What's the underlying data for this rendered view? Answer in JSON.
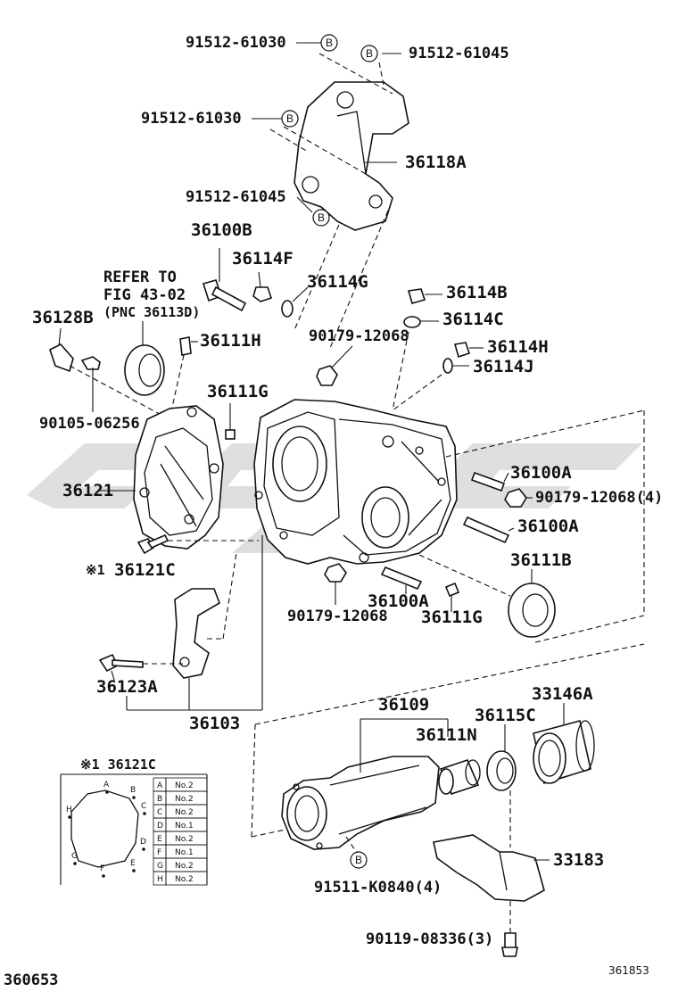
{
  "diagram": {
    "top_bolts": {
      "b1": "91512-61030",
      "b2": "91512-61045",
      "b3": "91512-61030",
      "b4": "91512-61045",
      "marker": "B"
    },
    "parts": {
      "p36118A": "36118A",
      "p36100B": "36100B",
      "p36114F": "36114F",
      "p36114G": "36114G",
      "p36114B": "36114B",
      "p36114C": "36114C",
      "p90179_top": "90179-12068",
      "p36114H": "36114H",
      "p36114J": "36114J",
      "p36128B": "36128B",
      "p36111H": "36111H",
      "p90105": "90105-06256",
      "p36111G_top": "36111G",
      "p36121": "36121",
      "p36121C": "36121C",
      "p36100A_1": "36100A",
      "p90179_4": "90179-12068(4)",
      "p36100A_2": "36100A",
      "p36111B": "36111B",
      "p36100A_3": "36100A",
      "p90179_bottom": "90179-12068",
      "p36111G_bottom": "36111G",
      "p36123A": "36123A",
      "p36103": "36103",
      "p36109": "36109",
      "p36115C": "36115C",
      "p33146A": "33146A",
      "p36111N": "36111N",
      "p33183": "33183",
      "p91511": "91511-K0840(4)",
      "p90119": "90119-08336(3)"
    },
    "refer": {
      "line1": "REFER TO",
      "line2": "FIG 43-02",
      "line3": "(PNC 36113D)"
    },
    "note_mark": "※1",
    "inset": {
      "title": "※1 36121C",
      "letters": [
        "A",
        "B",
        "C",
        "D",
        "E",
        "F",
        "G",
        "H"
      ],
      "table": [
        {
          "k": "A",
          "v": "No.2"
        },
        {
          "k": "B",
          "v": "No.2"
        },
        {
          "k": "C",
          "v": "No.2"
        },
        {
          "k": "D",
          "v": "No.1"
        },
        {
          "k": "E",
          "v": "No.2"
        },
        {
          "k": "F",
          "v": "No.1"
        },
        {
          "k": "G",
          "v": "No.2"
        },
        {
          "k": "H",
          "v": "No.2"
        }
      ]
    },
    "footer": {
      "left_code": "360653",
      "right_code": "361853"
    }
  }
}
